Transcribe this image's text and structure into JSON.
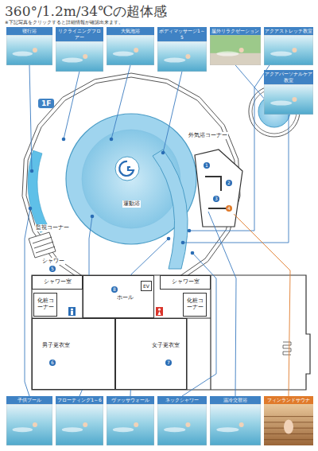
{
  "diagram": {
    "title": "360°/1.2m/34℃の超体感",
    "nodes": [
      {
        "text": [
          "寝行浴"
        ]
      },
      {
        "text": [
          "リクライニングフロアー"
        ]
      },
      {
        "text": [
          "大気泡浴"
        ]
      },
      {
        "text": [
          "ボディマッサージ1～5"
        ]
      },
      {
        "text": [
          "屋外リラクゼーション"
        ]
      },
      {
        "text": [
          "アクアストレッチ教室"
        ]
      },
      {
        "text": [
          "アクアパーソナルケア教室"
        ]
      },
      {
        "text": [
          "シャワー室"
        ]
      },
      {
        "text": [
          "化粧コーナー"
        ]
      },
      {
        "text": [
          "ホール"
        ]
      },
      {
        "text": [
          "EV"
        ],
        "in": 9
      },
      {
        "text": [
          "シャワー室"
        ]
      },
      {
        "text": [
          "化粧コーナー"
        ]
      },
      {
        "text": [
          "男子更衣室"
        ]
      },
      {
        "text": [
          "女子更衣室"
        ]
      },
      {
        "text": [
          "子供プール"
        ]
      },
      {
        "text": [
          "フローティング1～6"
        ]
      },
      {
        "text": [
          "ヴァッサウォール"
        ]
      },
      {
        "text": [
          "ネックシャワー"
        ]
      },
      {
        "text": [
          "温冷交替浴"
        ]
      },
      {
        "text": [
          "フィンランドサウナ"
        ]
      }
    ],
    "labels": [
      "※下記写真をクリックすると詳細情報が確認出来ます。",
      "1F",
      "外気浴コーナー",
      "運動浴",
      "監視コーナー",
      "シャワー",
      "1",
      "2",
      "3",
      "4",
      "5",
      "6",
      "7",
      "8"
    ]
  }
}
